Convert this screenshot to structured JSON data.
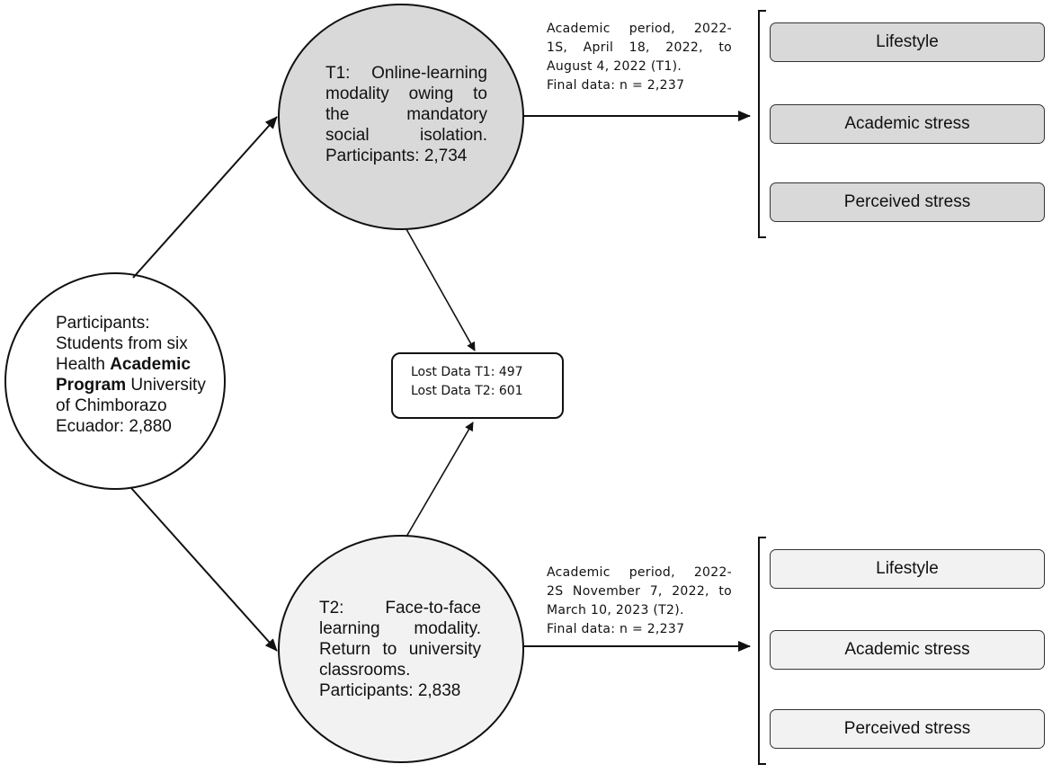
{
  "participants": {
    "lines": [
      "Participants:",
      "Students from six"
    ],
    "line3_prefix": "Health ",
    "line3_bold": "Academic",
    "line4_bold": "Program",
    "line4_suffix": " University",
    "line5": "of Chimborazo",
    "line6": "Ecuador: 2,880"
  },
  "t1": {
    "lines": [
      "T1: Online-learning",
      "modality owing to",
      "the mandatory",
      "social isolation.",
      "Participants: 2,734"
    ],
    "period_lines": [
      "Academic period, 2022-",
      "1S, April 18, 2022, to",
      "August 4, 2022 (T1).",
      "Final data: n = 2,237"
    ],
    "outcomes": [
      "Lifestyle",
      "Academic stress",
      "Perceived stress"
    ]
  },
  "t2": {
    "lines": [
      "T2: Face-to-face",
      "learning modality.",
      "Return to university",
      "classrooms.",
      "Participants: 2,838"
    ],
    "period_lines": [
      "Academic period, 2022-",
      "2S November 7, 2022, to",
      "March 10, 2023 (T2).",
      "Final data: n = 2,237"
    ],
    "outcomes": [
      "Lifestyle",
      "Academic stress",
      "Perceived stress"
    ]
  },
  "lost": {
    "t1": "Lost Data T1: 497",
    "t2": "Lost Data T2: 601"
  },
  "colors": {
    "t1_fill": "#d9d9d9",
    "t2_fill": "#f2f2f2",
    "stroke": "#111111"
  }
}
